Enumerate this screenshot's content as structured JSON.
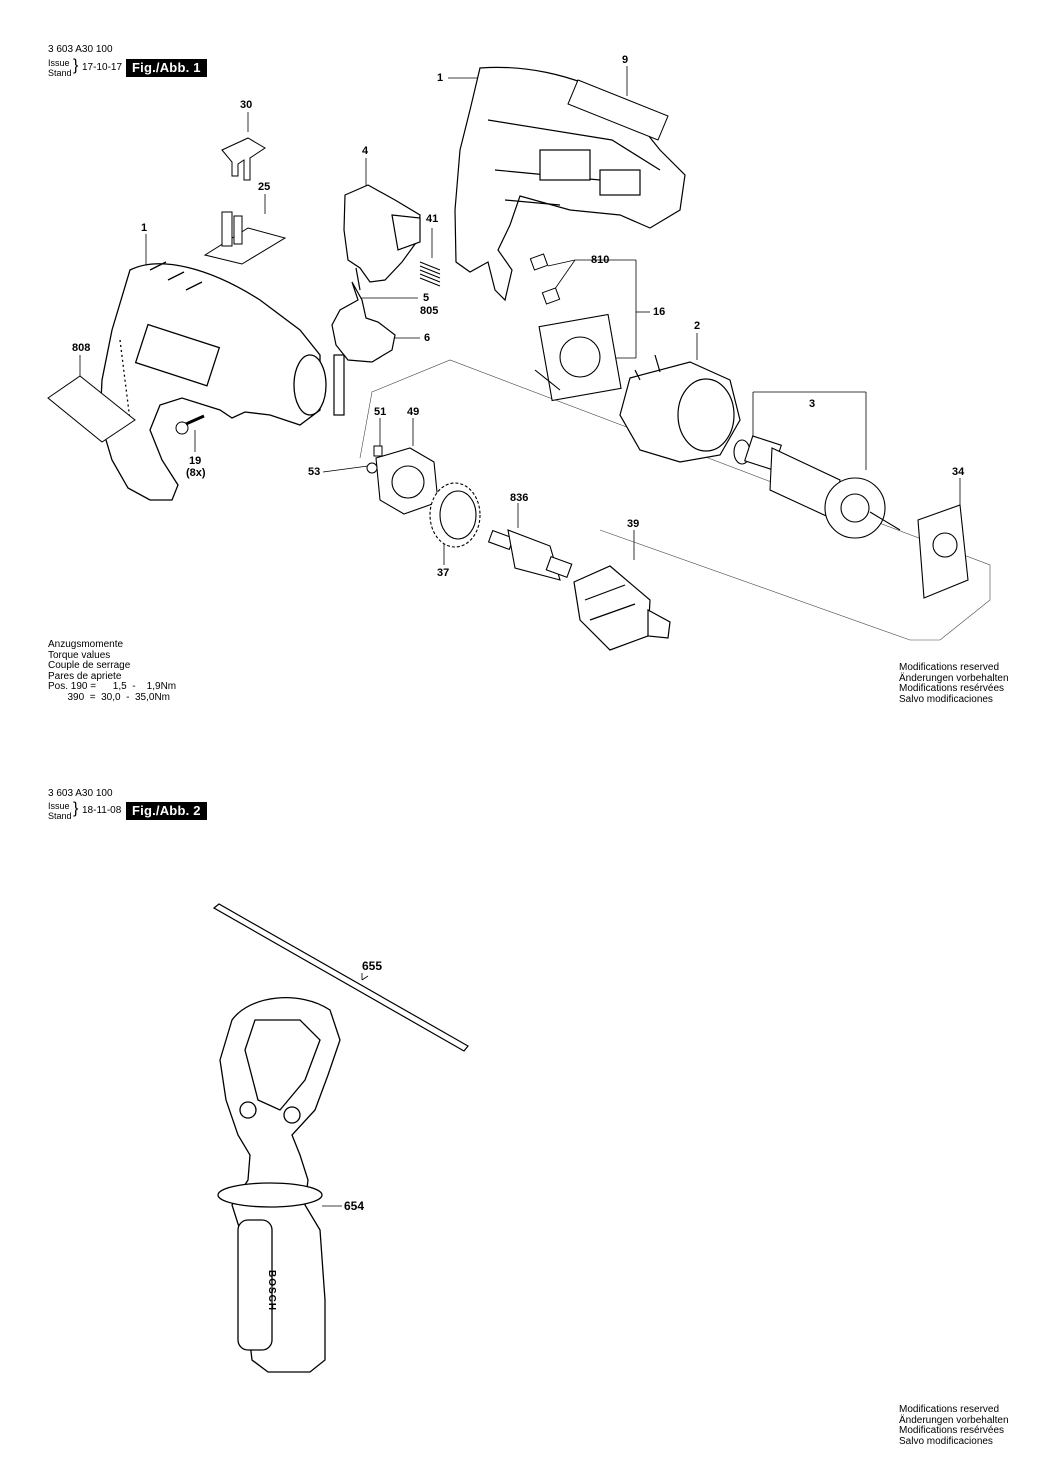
{
  "fig1": {
    "part_number": "3 603 A30 100",
    "issue_label": "Issue",
    "stand_label": "Stand",
    "date": "17-10-17",
    "title": "Fig./Abb. 1",
    "labels": {
      "p1a": "1",
      "p9": "9",
      "p30": "30",
      "p4": "4",
      "p25": "25",
      "p1b": "1",
      "p41": "41",
      "p810": "810",
      "p5": "5",
      "p805": "805",
      "p16": "16",
      "p6": "6",
      "p808": "808",
      "p2": "2",
      "p3": "3",
      "p51": "51",
      "p49": "49",
      "p19": "19",
      "p19q": "(8x)",
      "p53": "53",
      "p836": "836",
      "p34": "34",
      "p39": "39",
      "p37": "37"
    },
    "torque": {
      "l1": "Anzugsmomente",
      "l2": "Torque values",
      "l3": "Couple de serrage",
      "l4": "Pares de apriete",
      "r1": "Pos. 190 =      1,5  -    1,9Nm",
      "r2": "       390  =  30,0  -  35,0Nm"
    },
    "mods": {
      "en": "Modifications reserved",
      "de": "Änderungen vorbehalten",
      "fr": "Modifications resérvées",
      "es": "Salvo modificaciones"
    }
  },
  "fig2": {
    "part_number": "3 603 A30 100",
    "issue_label": "Issue",
    "stand_label": "Stand",
    "date": "18-11-08",
    "title": "Fig./Abb. 2",
    "labels": {
      "p655": "655",
      "p654": "654"
    },
    "handle_brand": "BOSCH",
    "mods": {
      "en": "Modifications reserved",
      "de": "Änderungen vorbehalten",
      "fr": "Modifications resérvées",
      "es": "Salvo modificaciones"
    }
  }
}
